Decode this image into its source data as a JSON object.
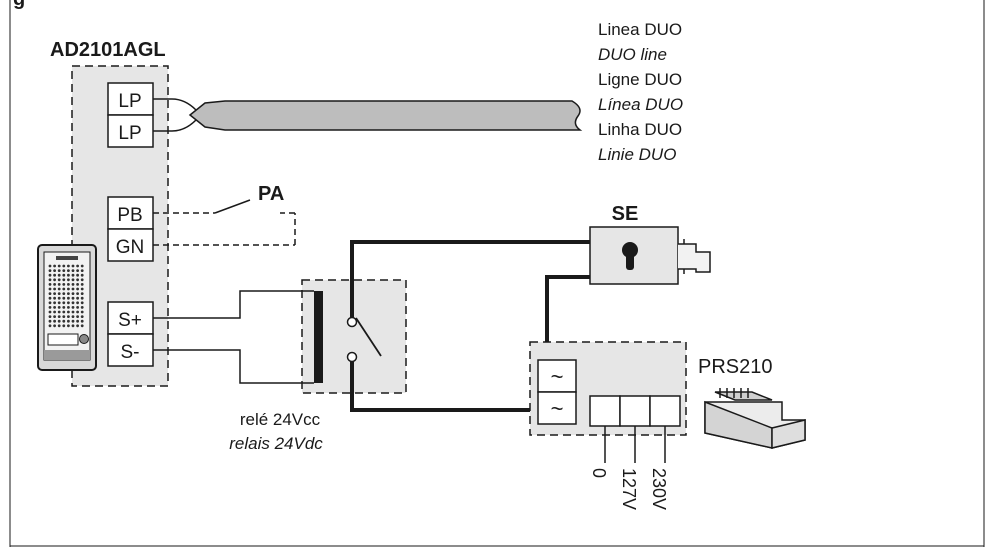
{
  "figure": {
    "partial_heading": "g"
  },
  "entry_panel": {
    "model": "AD2101AGL",
    "terminals": {
      "lp_top": "LP",
      "lp_bottom": "LP",
      "pb": "PB",
      "gn": "GN",
      "s_plus": "S+",
      "s_minus": "S-"
    }
  },
  "push_button": {
    "label": "PA"
  },
  "duo_line": {
    "labels": [
      "Linea DUO",
      "DUO line",
      "Ligne DUO",
      "Línea DUO",
      "Linha DUO",
      "Linie DUO"
    ],
    "italic": [
      false,
      true,
      false,
      true,
      false,
      true
    ]
  },
  "relay": {
    "label_it": "relé 24Vcc",
    "label_fr": "relais 24Vdc"
  },
  "lock": {
    "label": "SE"
  },
  "power_supply": {
    "model": "PRS210",
    "ac_symbol": "~",
    "inputs": [
      "0",
      "127V",
      "230V"
    ]
  },
  "colors": {
    "line": "#1a1a1a",
    "box_fill": "#e6e6e6",
    "cable_fill": "#bdbdbd"
  }
}
